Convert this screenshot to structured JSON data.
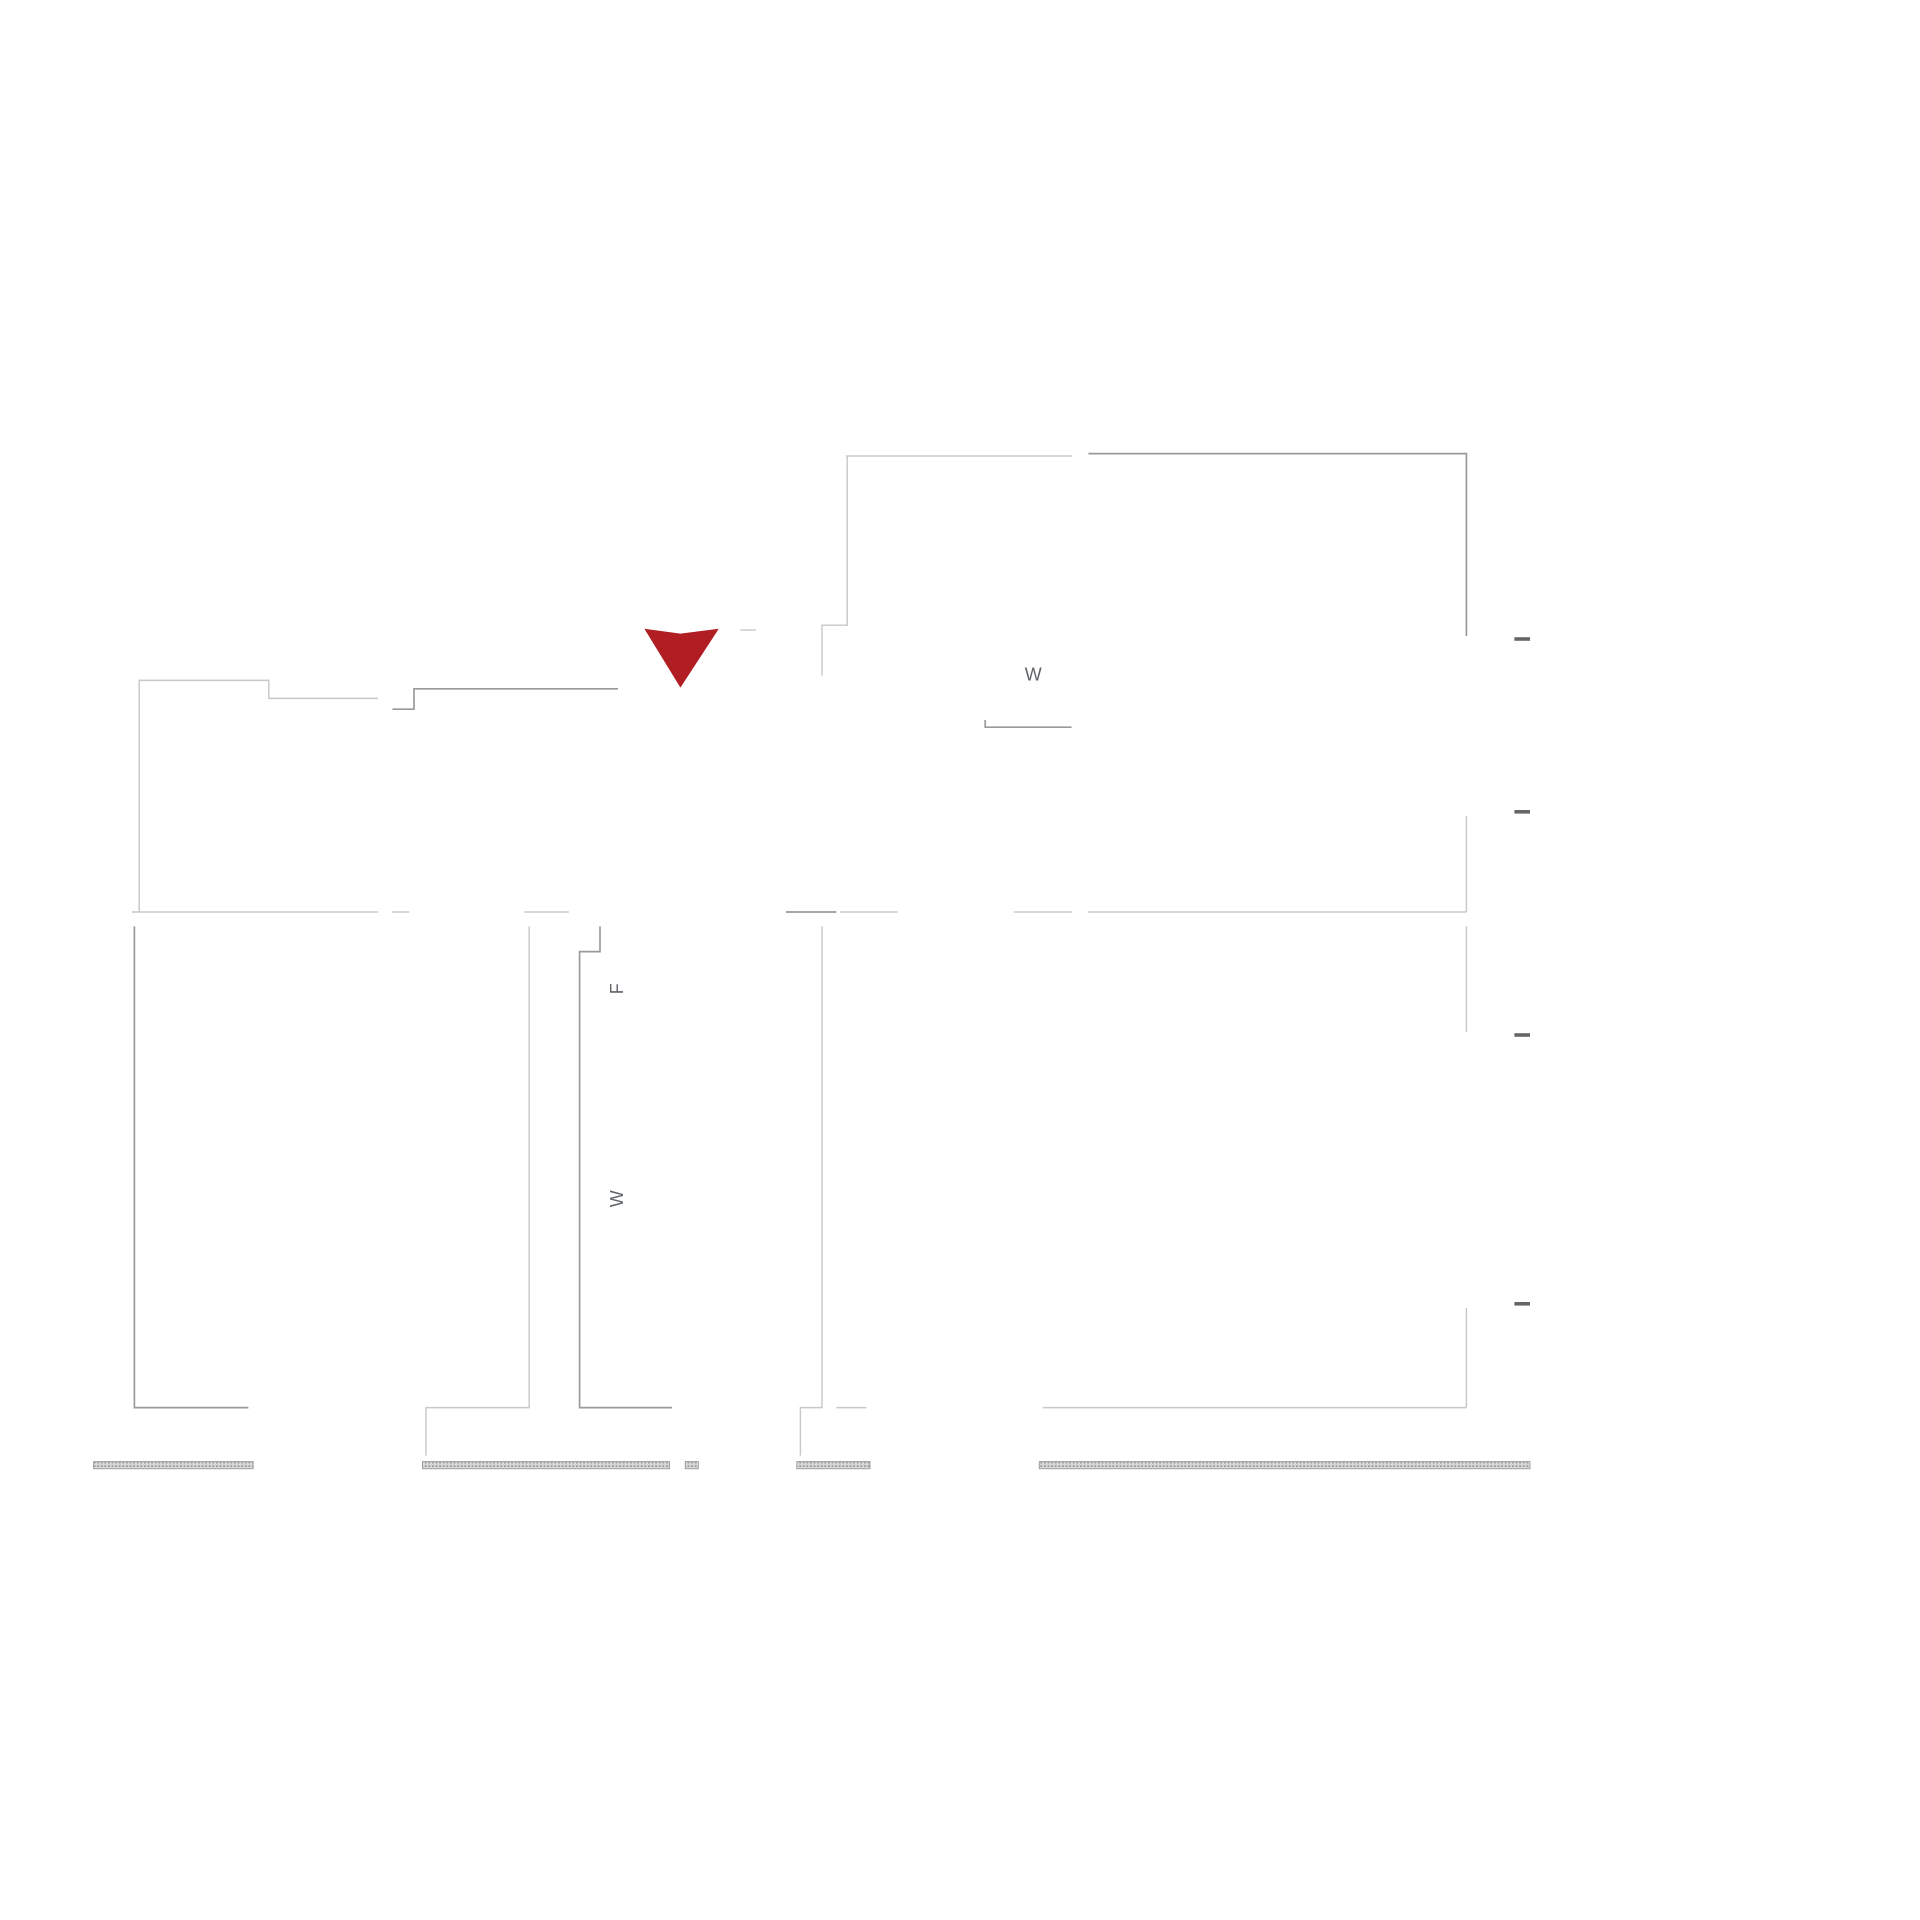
{
  "plan": {
    "labels": {
      "upper_right_room": "W",
      "corridor_upper": "F",
      "corridor_lower": "W"
    },
    "marker": {
      "icon": "location-marker-icon",
      "color": "#b01e24"
    },
    "colors": {
      "walls": "#c8c8c8",
      "dark_walls": "#9a9a9a",
      "marks": "#666666"
    }
  }
}
